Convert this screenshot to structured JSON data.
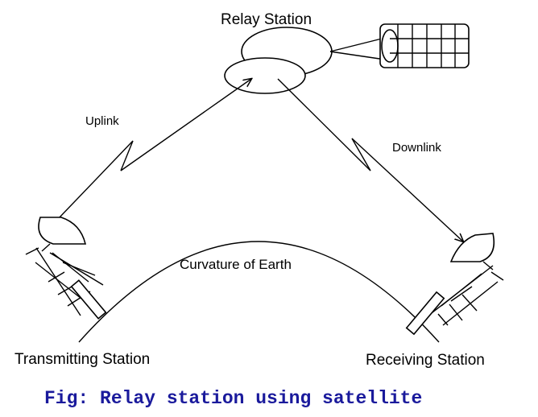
{
  "labels": {
    "relay_station": "Relay Station",
    "uplink": "Uplink",
    "downlink": "Downlink",
    "curvature": "Curvature of Earth",
    "transmitting_station": "Transmitting Station",
    "receiving_station": "Receiving Station"
  },
  "caption": "Fig: Relay station using satellite",
  "colors": {
    "caption": "#1a1a9c",
    "line": "#000000",
    "background": "#ffffff"
  },
  "icons": {
    "satellite": "satellite-icon",
    "relay": "relay-station-icon",
    "transmit_dish": "dish-antenna-icon",
    "receive_dish": "dish-antenna-icon"
  }
}
